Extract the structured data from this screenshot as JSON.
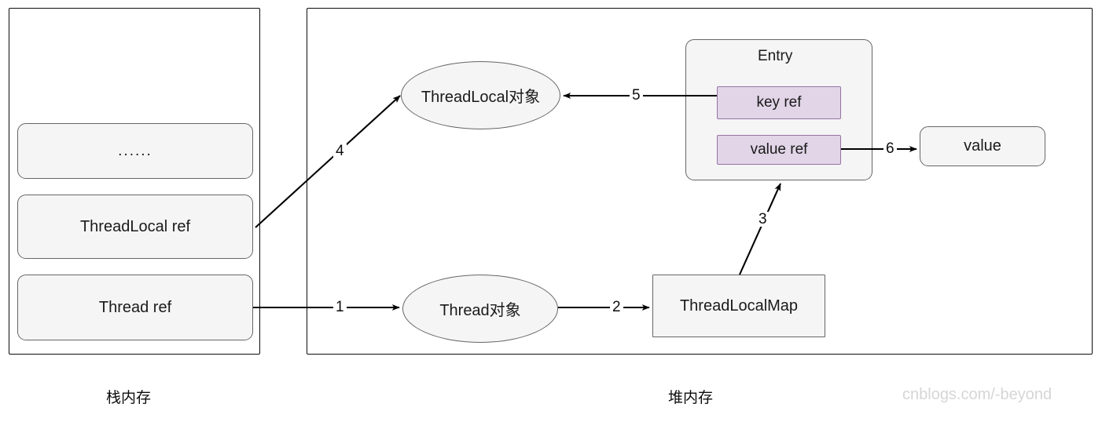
{
  "diagram": {
    "title_hidden": "ThreadLocal memory reference diagram",
    "watermark": "cnblogs.com/-beyond"
  },
  "regions": [
    {
      "id": "stack",
      "caption": "栈内存"
    },
    {
      "id": "heap",
      "caption": "堆内存"
    }
  ],
  "stack_frames": [
    {
      "label": "......"
    },
    {
      "label": "ThreadLocal ref"
    },
    {
      "label": "Thread ref"
    }
  ],
  "heap_nodes": {
    "threadlocal_object": "ThreadLocal对象",
    "thread_object": "Thread对象",
    "threadlocalmap": "ThreadLocalMap",
    "entry_title": "Entry",
    "key_ref": "key ref",
    "value_ref": "value ref",
    "value": "value"
  },
  "edges": [
    {
      "id": "e1",
      "label": "1",
      "from": "Thread ref",
      "to": "Thread对象"
    },
    {
      "id": "e2",
      "label": "2",
      "from": "Thread对象",
      "to": "ThreadLocalMap"
    },
    {
      "id": "e3",
      "label": "3",
      "from": "ThreadLocalMap",
      "to": "Entry"
    },
    {
      "id": "e4",
      "label": "4",
      "from": "ThreadLocal ref",
      "to": "ThreadLocal对象"
    },
    {
      "id": "e5",
      "label": "5",
      "from": "key ref",
      "to": "ThreadLocal对象"
    },
    {
      "id": "e6",
      "label": "6",
      "from": "value ref",
      "to": "value"
    }
  ],
  "colors": {
    "region_border": "#0d0d0d",
    "node_fill": "#f5f5f5",
    "node_border": "#666666",
    "purple_fill": "#e1d5e7",
    "purple_border": "#9673a6",
    "edge": "#000000",
    "watermark": "#d6d6d6"
  }
}
